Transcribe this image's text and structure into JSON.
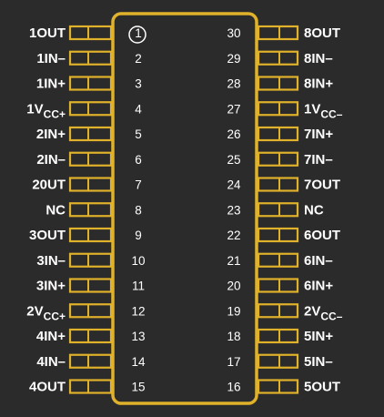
{
  "chip": {
    "body_color": "#e0b12a",
    "background_color": "#2b2b2b",
    "text_color": "#ffffff",
    "pin_one_marker": "circle"
  },
  "left_pins": [
    {
      "number": "1",
      "label": "1OUT",
      "sub": ""
    },
    {
      "number": "2",
      "label": "1IN–",
      "sub": ""
    },
    {
      "number": "3",
      "label": "1IN+",
      "sub": ""
    },
    {
      "number": "4",
      "label": "1V",
      "sub": "CC+"
    },
    {
      "number": "5",
      "label": "2IN+",
      "sub": ""
    },
    {
      "number": "6",
      "label": "2IN–",
      "sub": ""
    },
    {
      "number": "7",
      "label": "20UT",
      "sub": ""
    },
    {
      "number": "8",
      "label": "NC",
      "sub": ""
    },
    {
      "number": "9",
      "label": "3OUT",
      "sub": ""
    },
    {
      "number": "10",
      "label": "3IN–",
      "sub": ""
    },
    {
      "number": "11",
      "label": "3IN+",
      "sub": ""
    },
    {
      "number": "12",
      "label": "2V",
      "sub": "CC+"
    },
    {
      "number": "13",
      "label": "4IN+",
      "sub": ""
    },
    {
      "number": "14",
      "label": "4IN–",
      "sub": ""
    },
    {
      "number": "15",
      "label": "4OUT",
      "sub": ""
    }
  ],
  "right_pins": [
    {
      "number": "30",
      "label": "8OUT",
      "sub": ""
    },
    {
      "number": "29",
      "label": "8IN–",
      "sub": ""
    },
    {
      "number": "28",
      "label": "8IN+",
      "sub": ""
    },
    {
      "number": "27",
      "label": "1V",
      "sub": "CC–"
    },
    {
      "number": "26",
      "label": "7IN+",
      "sub": ""
    },
    {
      "number": "25",
      "label": "7IN–",
      "sub": ""
    },
    {
      "number": "24",
      "label": "7OUT",
      "sub": ""
    },
    {
      "number": "23",
      "label": "NC",
      "sub": ""
    },
    {
      "number": "22",
      "label": "6OUT",
      "sub": ""
    },
    {
      "number": "21",
      "label": "6IN–",
      "sub": ""
    },
    {
      "number": "20",
      "label": "6IN+",
      "sub": ""
    },
    {
      "number": "19",
      "label": "2V",
      "sub": "CC–"
    },
    {
      "number": "18",
      "label": "5IN+",
      "sub": ""
    },
    {
      "number": "17",
      "label": "5IN–",
      "sub": ""
    },
    {
      "number": "16",
      "label": "5OUT",
      "sub": ""
    }
  ]
}
